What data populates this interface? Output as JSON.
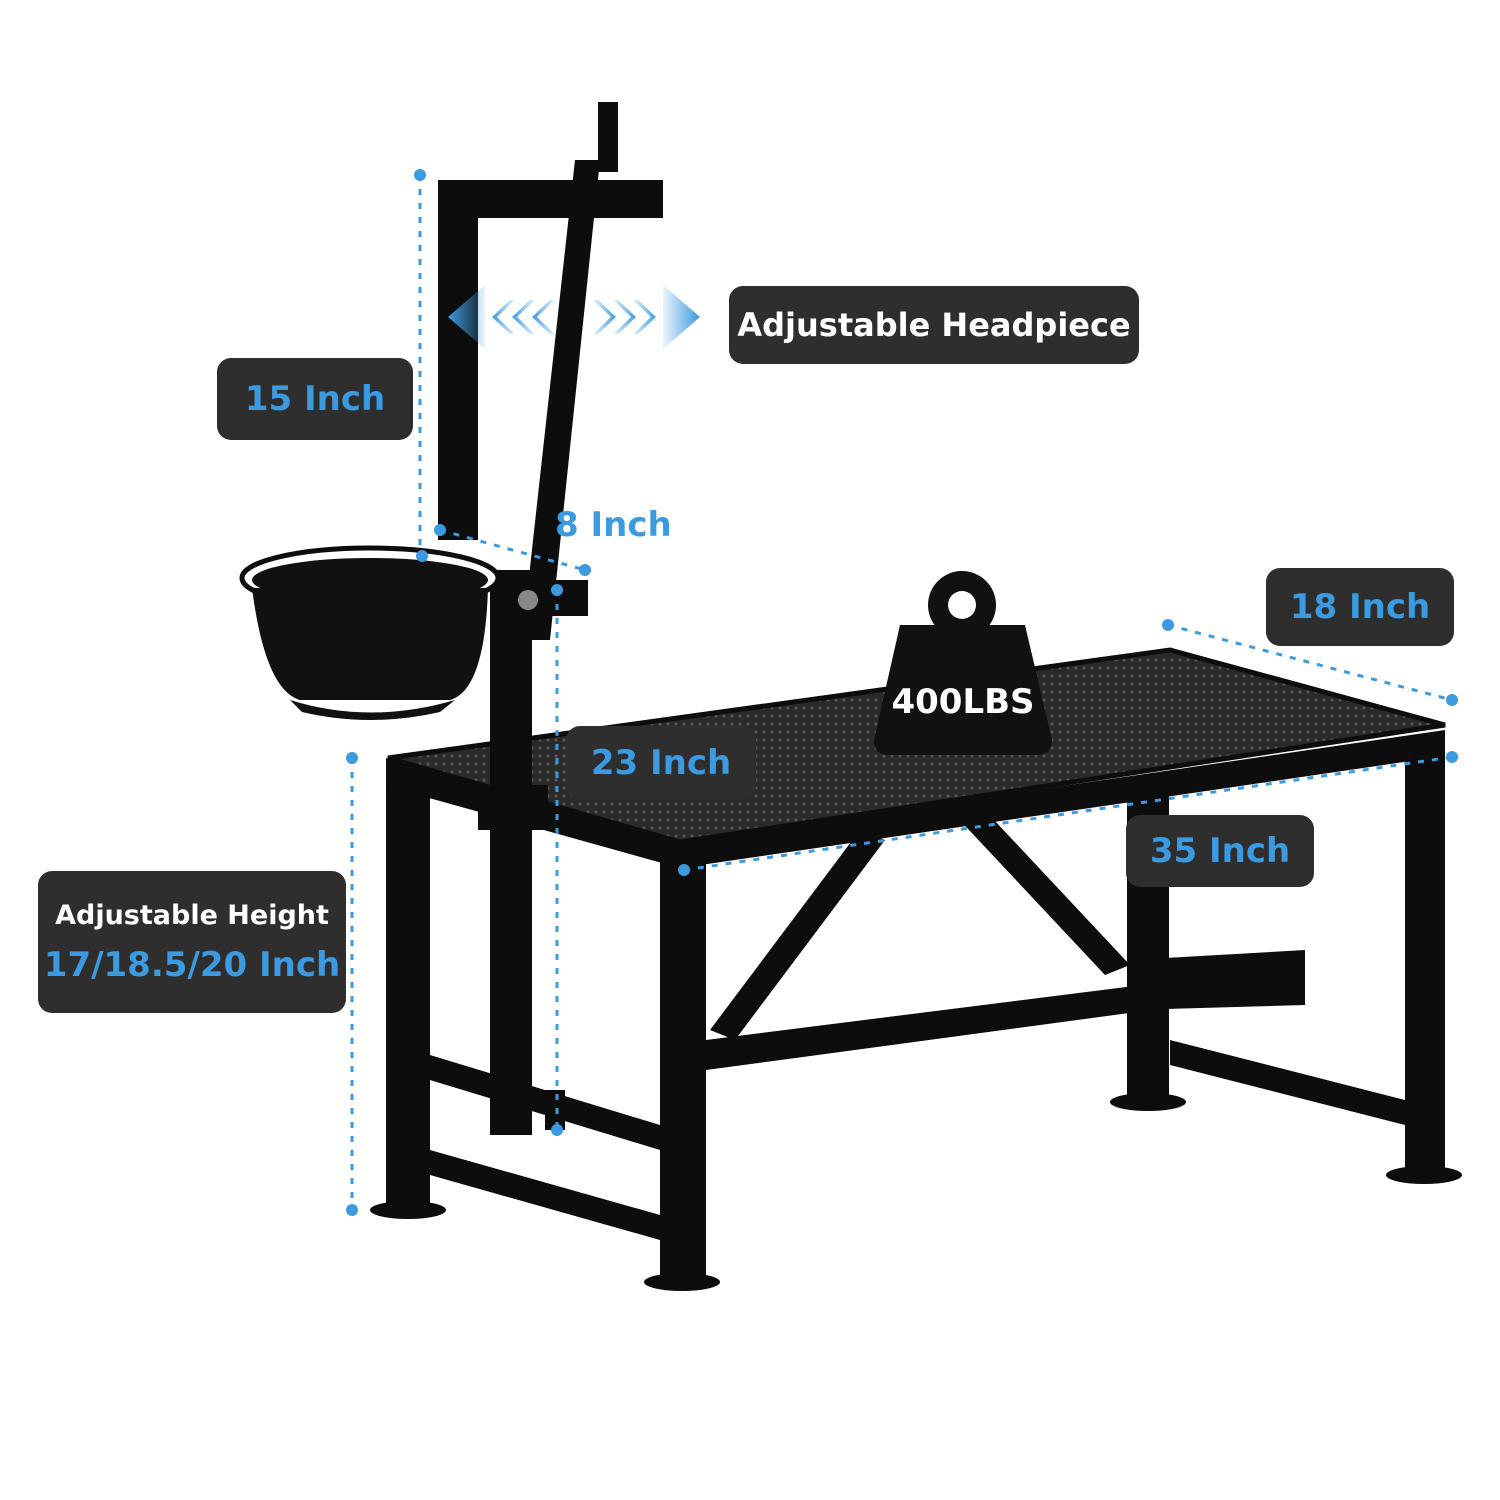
{
  "labels": {
    "headpiece": "Adjustable Headpiece",
    "dim_15": "15 Inch",
    "dim_8": "8 Inch",
    "dim_18": "18 Inch",
    "dim_23": "23 Inch",
    "dim_35": "35 Inch",
    "height_title": "Adjustable Height",
    "height_values": "17/18.5/20 Inch",
    "weight": "400LBS"
  },
  "colors": {
    "accent_blue": "#3c9ae0",
    "label_bg": "#2e2e2e",
    "frame": "#0d0d0d"
  },
  "icons": {
    "weight": "weight-icon",
    "left_arrows": "arrows-left-icon",
    "right_arrows": "arrows-right-icon"
  }
}
